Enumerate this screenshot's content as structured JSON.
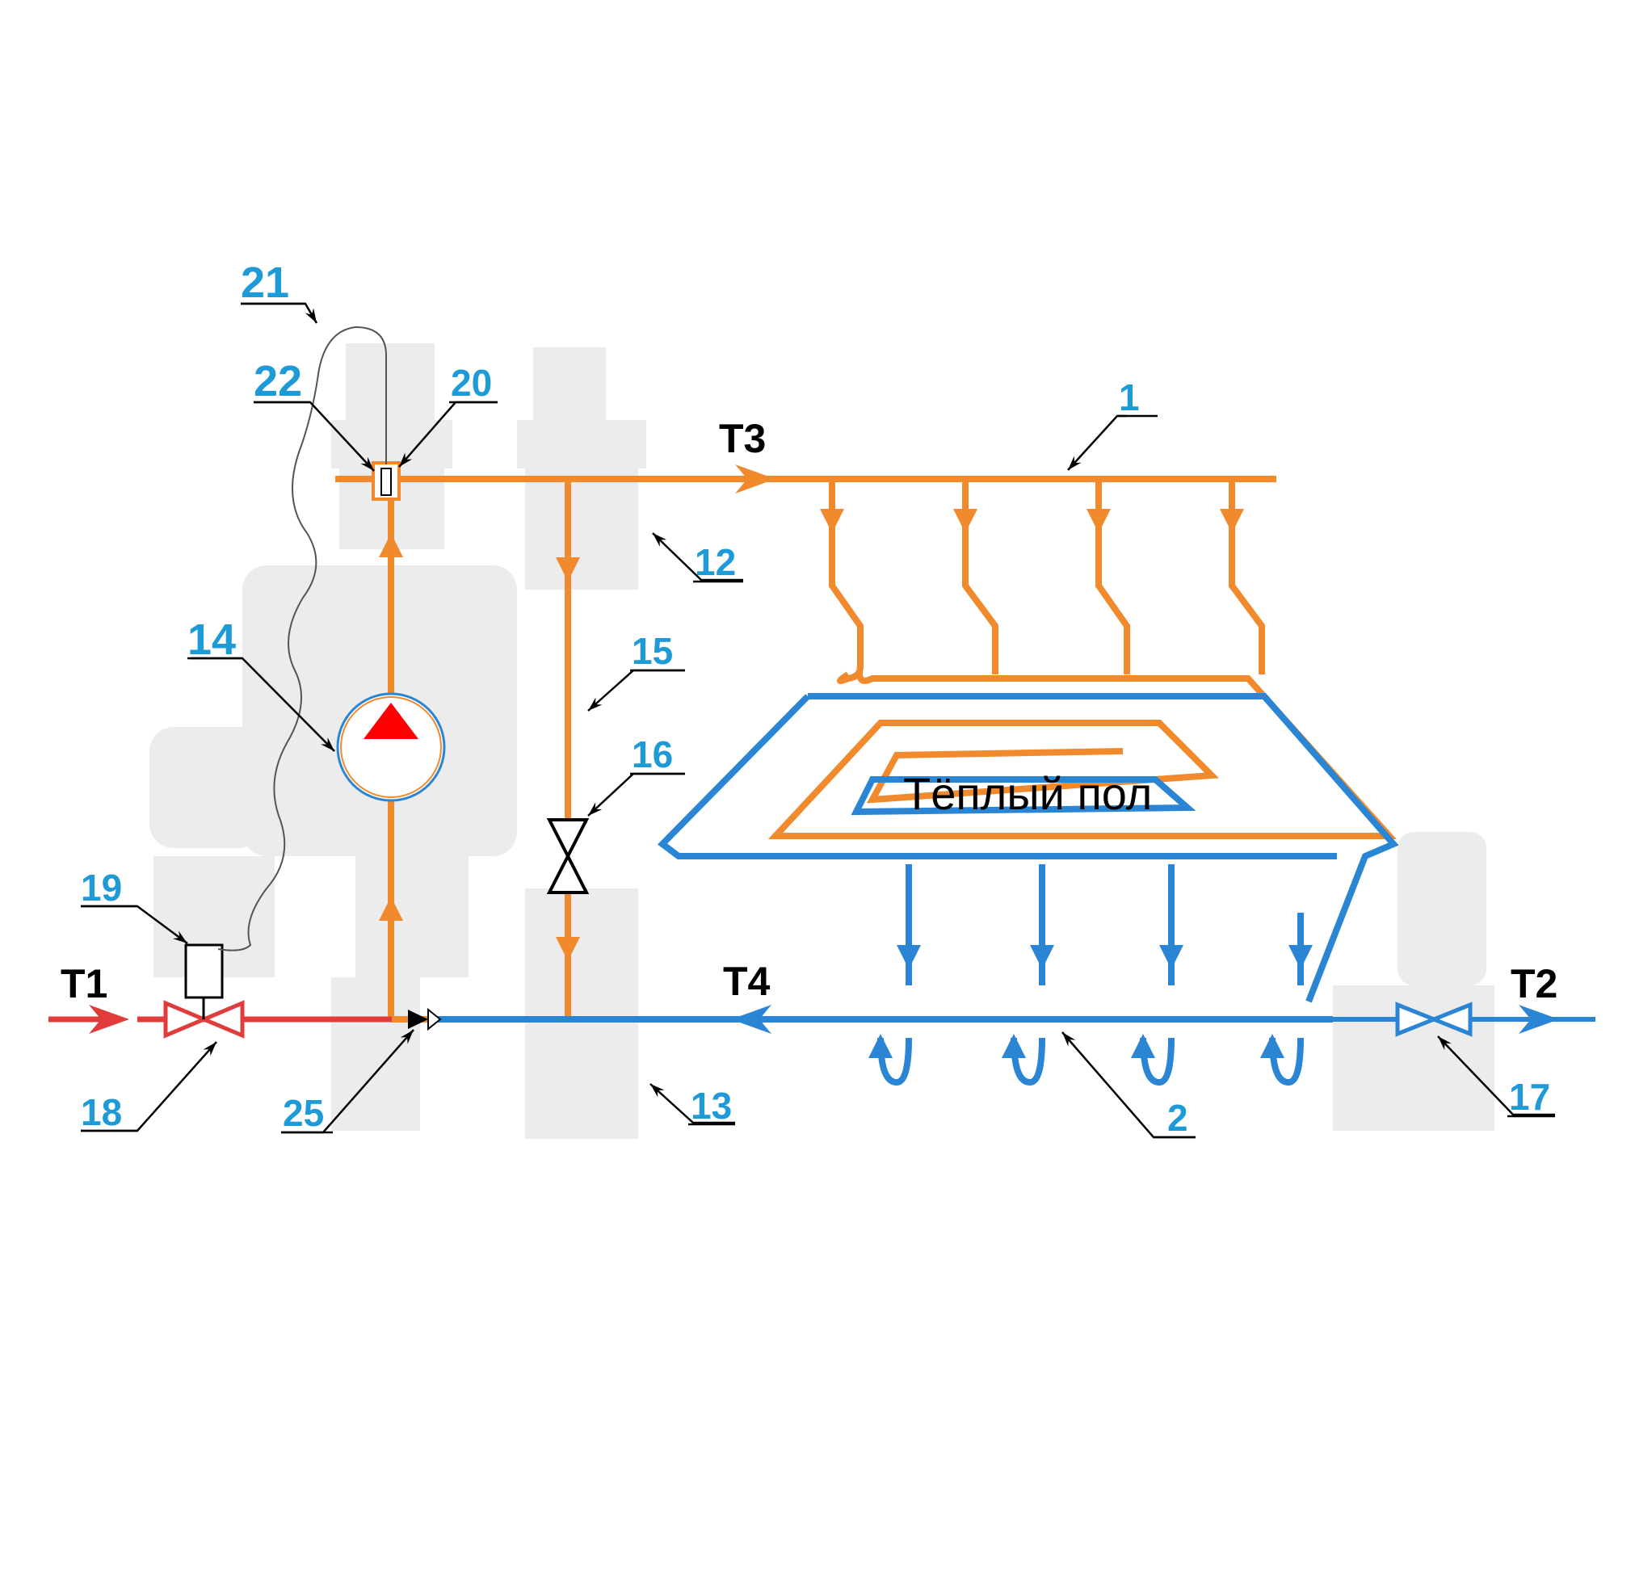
{
  "labels": {
    "t1": "T1",
    "t2": "T2",
    "t3": "T3",
    "t4": "T4",
    "floor_caption": "Тёплый пол"
  },
  "callouts": [
    {
      "id": "1",
      "text": "1"
    },
    {
      "id": "2",
      "text": "2"
    },
    {
      "id": "12",
      "text": "12"
    },
    {
      "id": "13",
      "text": "13"
    },
    {
      "id": "14",
      "text": "14"
    },
    {
      "id": "15",
      "text": "15"
    },
    {
      "id": "16",
      "text": "16"
    },
    {
      "id": "17",
      "text": "17"
    },
    {
      "id": "18",
      "text": "18"
    },
    {
      "id": "19",
      "text": "19"
    },
    {
      "id": "20",
      "text": "20"
    },
    {
      "id": "21",
      "text": "21"
    },
    {
      "id": "22",
      "text": "22"
    },
    {
      "id": "25",
      "text": "25"
    }
  ],
  "colors": {
    "supply": "#f08a2c",
    "return": "#2a86d4",
    "inlet": "#e03c3c",
    "callout": "#1e9ad6",
    "pump_arrow": "#ff0000",
    "ghost": "#ececec"
  }
}
